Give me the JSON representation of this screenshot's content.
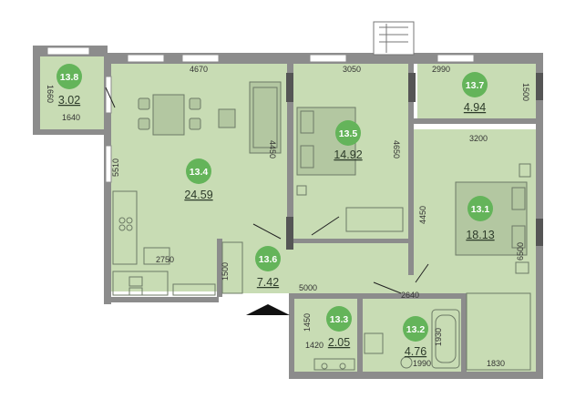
{
  "rooms": [
    {
      "id": "13.8",
      "area": "3.02"
    },
    {
      "id": "13.4",
      "area": "24.59"
    },
    {
      "id": "13.5",
      "area": "14.92"
    },
    {
      "id": "13.7",
      "area": "4.94"
    },
    {
      "id": "13.1",
      "area": "18.13"
    },
    {
      "id": "13.6",
      "area": "7.42"
    },
    {
      "id": "13.3",
      "area": "2.05"
    },
    {
      "id": "13.2",
      "area": "4.76"
    }
  ],
  "dimensions": {
    "d4670": "4670",
    "d3050": "3050",
    "d2990": "2990",
    "d1660": "1660",
    "d1640": "1640",
    "d1500_top": "1500",
    "d3200": "3200",
    "d5510": "5510",
    "d4450_left": "4450",
    "d4650": "4650",
    "d4450_right": "4450",
    "d6500": "6500",
    "d2750": "2750",
    "d1500_hall": "1500",
    "d5000": "5000",
    "d2640": "2640",
    "d1450": "1450",
    "d1420": "1420",
    "d1930": "1930",
    "d1990": "1990",
    "d1830": "1830"
  }
}
